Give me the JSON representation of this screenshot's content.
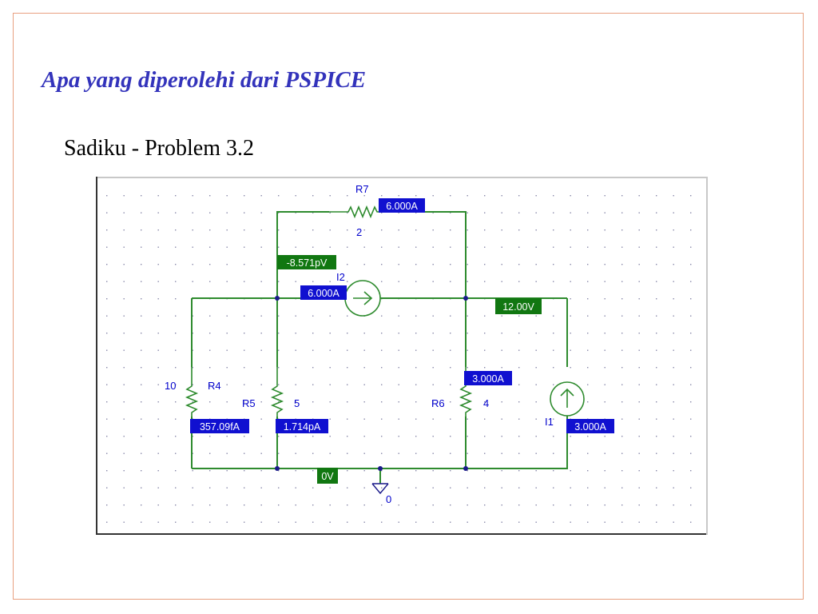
{
  "slide": {
    "title": "Apa yang diperolehi dari PSPICE",
    "subtitle": "Sadiku - Problem 3.2"
  },
  "schematic": {
    "colors": {
      "wire": "#2e8b2e",
      "current_label_bg": "#1010d0",
      "voltage_label_bg": "#117711",
      "label_text": "#ffffff",
      "grid_dot": "#8888aa",
      "part_text": "#0000cc"
    },
    "components": {
      "r7": {
        "name": "R7",
        "value": "2"
      },
      "r4": {
        "name": "R4",
        "value": "10"
      },
      "r5": {
        "name": "R5",
        "value": "5"
      },
      "r6": {
        "name": "R6",
        "value": "4"
      },
      "i2": {
        "name": "I2"
      },
      "i1": {
        "name": "I1"
      },
      "ground": {
        "name": "0"
      }
    },
    "current_labels": {
      "r7": "6.000A",
      "i2": "6.000A",
      "r4": "357.09fA",
      "r5": "1.714pA",
      "r6": "3.000A",
      "i1": "3.000A"
    },
    "voltage_labels": {
      "node_left": "-8.571pV",
      "node_right": "12.00V",
      "ground": "0V"
    }
  }
}
